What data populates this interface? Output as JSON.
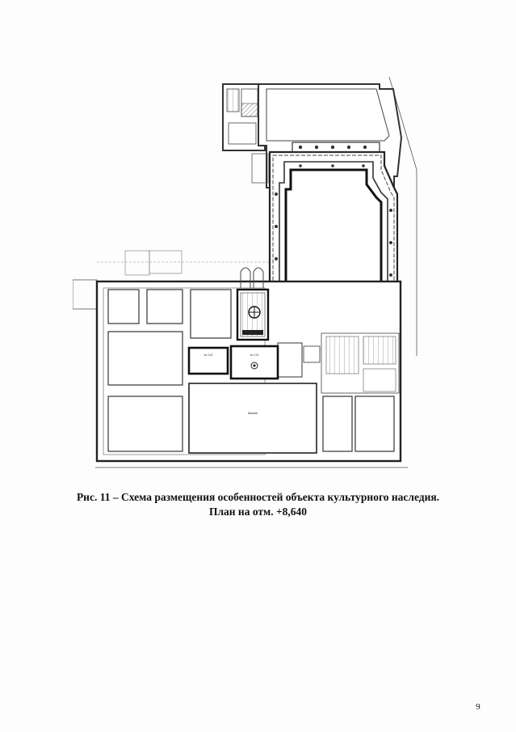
{
  "figure": {
    "caption_line1": "Рис. 11 – Схема размещения особенностей объекта культурного наследия.",
    "caption_line2": "План на отм. +8,640"
  },
  "plan": {
    "room_labels": [
      "№ 2-02",
      "№ 2-01",
      "Магазин"
    ]
  },
  "page": {
    "number": "9"
  }
}
